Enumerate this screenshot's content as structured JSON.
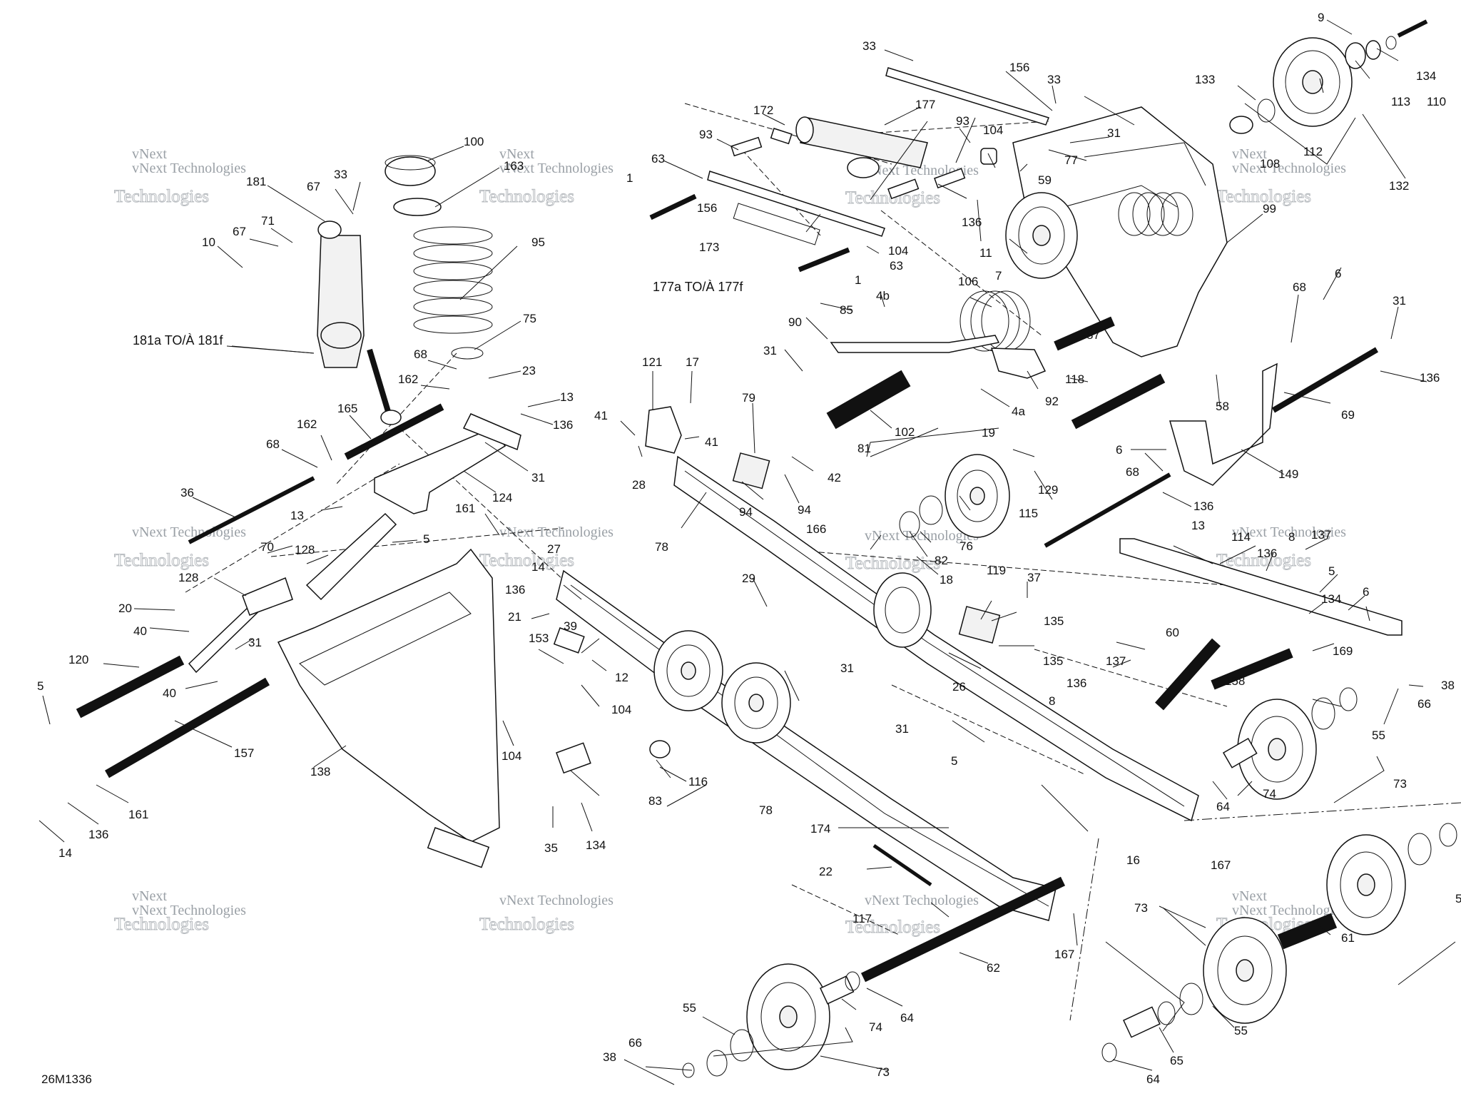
{
  "diagram": {
    "code": "26M1336",
    "ranges": {
      "r177": "177a TO/À 177f",
      "r181": "181a TO/À 181f"
    },
    "watermark": {
      "line1": "vNext",
      "line2": "Technologies",
      "full": "vNext Technologies"
    },
    "labels": {
      "l9": "9",
      "l33a": "33",
      "l156a": "156",
      "l33b": "33",
      "l172": "172",
      "l177": "177",
      "l93a": "93",
      "l104a": "104",
      "l93b": "93",
      "l31a": "31",
      "l77": "77",
      "l133": "133",
      "l112": "112",
      "l108": "108",
      "l113": "113",
      "l110": "110",
      "l134a": "134",
      "l132": "132",
      "l63a": "63",
      "l1a": "1",
      "l156b": "156",
      "l173": "173",
      "l59": "59",
      "l136a": "136",
      "l11": "11",
      "l104b": "104",
      "l63b": "63",
      "l1b": "1",
      "l99": "99",
      "l100": "100",
      "l163": "163",
      "l181": "181",
      "l67a": "67",
      "l33c": "33",
      "l67b": "67",
      "l71": "71",
      "l10": "10",
      "l95": "95",
      "l75": "75",
      "l68a": "68",
      "l23": "23",
      "l162a": "162",
      "l13a": "13",
      "l165": "165",
      "l136b": "136",
      "l162b": "162",
      "l68b": "68",
      "l31b": "31",
      "l124": "124",
      "l36": "36",
      "l13b": "13",
      "l128a": "128",
      "l5a": "5",
      "l70": "70",
      "l128b": "128",
      "l20": "20",
      "l40a": "40",
      "l31c": "31",
      "l120": "120",
      "l40b": "40",
      "l5b": "5",
      "l157": "157",
      "l161a": "161",
      "l136c": "136",
      "l14a": "14",
      "l138": "138",
      "l161b": "161",
      "l14b": "14",
      "l136d": "136",
      "l27": "27",
      "l21": "21",
      "l153": "153",
      "l39": "39",
      "l12": "12",
      "l104c": "104",
      "l104d": "104",
      "l83": "83",
      "l116": "116",
      "l35": "35",
      "l134b": "134",
      "l121": "121",
      "l17": "17",
      "l41a": "41",
      "l41b": "41",
      "l28": "28",
      "l79": "79",
      "l42": "42",
      "l94a": "94",
      "l94b": "94",
      "l78a": "78",
      "l78b": "78",
      "l106": "106",
      "l85": "85",
      "l4b": "4b",
      "l90": "90",
      "l31d": "31",
      "l87": "87",
      "l102": "102",
      "l92": "92",
      "l4a": "4a",
      "l118": "118",
      "l58": "58",
      "l68c": "68",
      "l6a": "6",
      "l31e": "31",
      "l136e": "136",
      "l69": "69",
      "l6b": "6",
      "l68d": "68",
      "l149": "149",
      "l81": "81",
      "l19": "19",
      "l115": "115",
      "l129": "129",
      "l136f": "136",
      "l7": "7",
      "l76": "76",
      "l166": "166",
      "l82": "82",
      "l18": "18",
      "l29": "29",
      "l119": "119",
      "l37": "37",
      "l135a": "135",
      "l135b": "135",
      "l26": "26",
      "l31f": "31",
      "l31g": "31",
      "l5c": "5",
      "l13c": "13",
      "l114": "114",
      "l137a": "137",
      "l136g": "136",
      "l8a": "8",
      "l5d": "5",
      "l134c": "134",
      "l6c": "6",
      "l60": "60",
      "l169": "169",
      "l137b": "137",
      "l136h": "136",
      "l8b": "8",
      "l158": "158",
      "l38a": "38",
      "l66a": "66",
      "l55a": "55",
      "l74a": "74",
      "l73a": "73",
      "l64a": "64",
      "l16": "16",
      "l167a": "167",
      "l174": "174",
      "l22": "22",
      "l117": "117",
      "l167b": "167",
      "l62": "62",
      "l73b": "73",
      "l61": "61",
      "l55b": "55",
      "l65": "65",
      "l64b": "64",
      "l55c": "55",
      "l74b": "74",
      "l64c": "64",
      "l38b": "38",
      "l66b": "66",
      "l73c": "73",
      "l5e": "5"
    }
  }
}
